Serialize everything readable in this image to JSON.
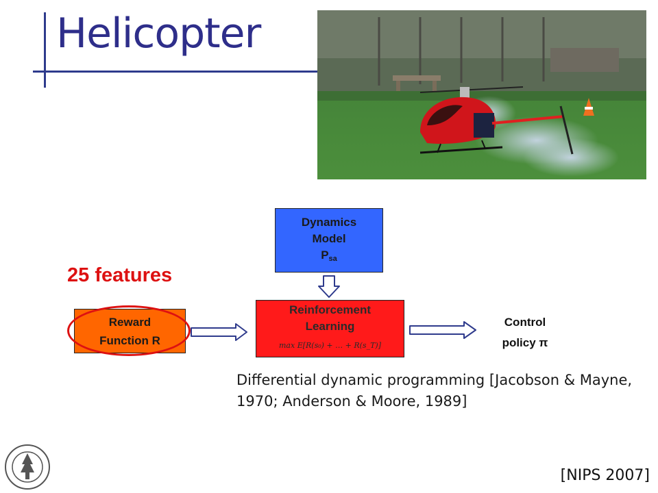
{
  "slide": {
    "title": "Helicopter"
  },
  "diagram": {
    "dynamics_model": {
      "line1": "Dynamics",
      "line2": "Model",
      "symbol": "P",
      "subscript": "sa"
    },
    "reinforcement_learning": {
      "line1": "Reinforcement",
      "line2": "Learning",
      "formula": "max E[R(s₀) + … + R(s_T)]"
    },
    "reward_function": {
      "line1": "Reward",
      "line2": "Function R"
    },
    "features_label": "25 features",
    "control_policy": {
      "line1": "Control",
      "line2": "policy π"
    }
  },
  "citation_text": "Differential dynamic programming [Jacobson & Mayne, 1970; Anderson & Moore, 1989]",
  "venue": "[NIPS 2007]",
  "colors": {
    "title": "#2e2e8a",
    "dynamics_box": "#3366ff",
    "rl_box": "#ff1a1a",
    "reward_box": "#ff6600",
    "highlight": "#dd1111"
  }
}
